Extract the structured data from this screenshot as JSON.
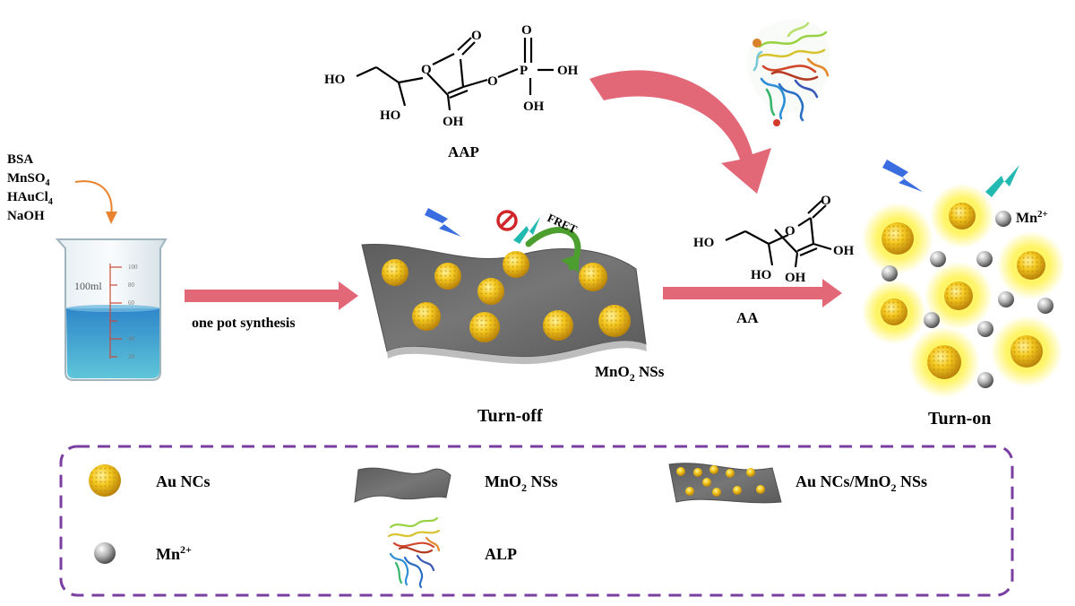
{
  "reagents": [
    "BSA",
    "MnSO",
    "HAuCl",
    "NaOH"
  ],
  "reagent_subscripts": [
    "4",
    "4"
  ],
  "beaker": {
    "volume_label": "100ml",
    "scale_labels": [
      "100",
      "80",
      "60",
      "40",
      "20"
    ]
  },
  "step1_label": "one pot synthesis",
  "aap": {
    "label": "AAP",
    "atoms": {
      "ho": "HO",
      "ho2": "HO",
      "oh_ring": "OH",
      "o_ring": "O",
      "o_keto": "O",
      "o_link": "O",
      "p": "P",
      "o_p": "O",
      "oh_p1": "OH",
      "oh_p2": "OH"
    }
  },
  "aa": {
    "label": "AA",
    "atoms": {
      "ho": "HO",
      "ho2": "HO",
      "oh1": "OH",
      "oh2": "OH",
      "o_ring": "O",
      "o_keto": "O"
    }
  },
  "fret_label": "FRET",
  "sheet_label_main": "MnO",
  "sheet_label_sub": "2",
  "sheet_label_tail": " NSs",
  "turn_off_label": "Turn-off",
  "turn_on_label": "Turn-on",
  "mn_label_main": "Mn",
  "mn_label_sup": "2+",
  "legend": {
    "au_ncs": "Au NCs",
    "mno2_main": "MnO",
    "mno2_sub": "2",
    "mno2_tail": " NSs",
    "composite_main": "Au NCs/MnO",
    "composite_sub": "2",
    "composite_tail": " NSs",
    "mn_main": "Mn",
    "mn_sup": "2+",
    "alp": "ALP"
  },
  "colors": {
    "arrow_pink": "#e26877",
    "arrow_orange": "#e9832f",
    "fret_green": "#4c9e2f",
    "gold": "#f2c21c",
    "sheet_gray": "#6b6b6b",
    "liquid_blue": "#3a9ecf",
    "legend_border": "#7a3ea0",
    "glow_yellow": "#fff24a",
    "light_blue": "#3a6ee0",
    "light_teal": "#22b9b0"
  }
}
